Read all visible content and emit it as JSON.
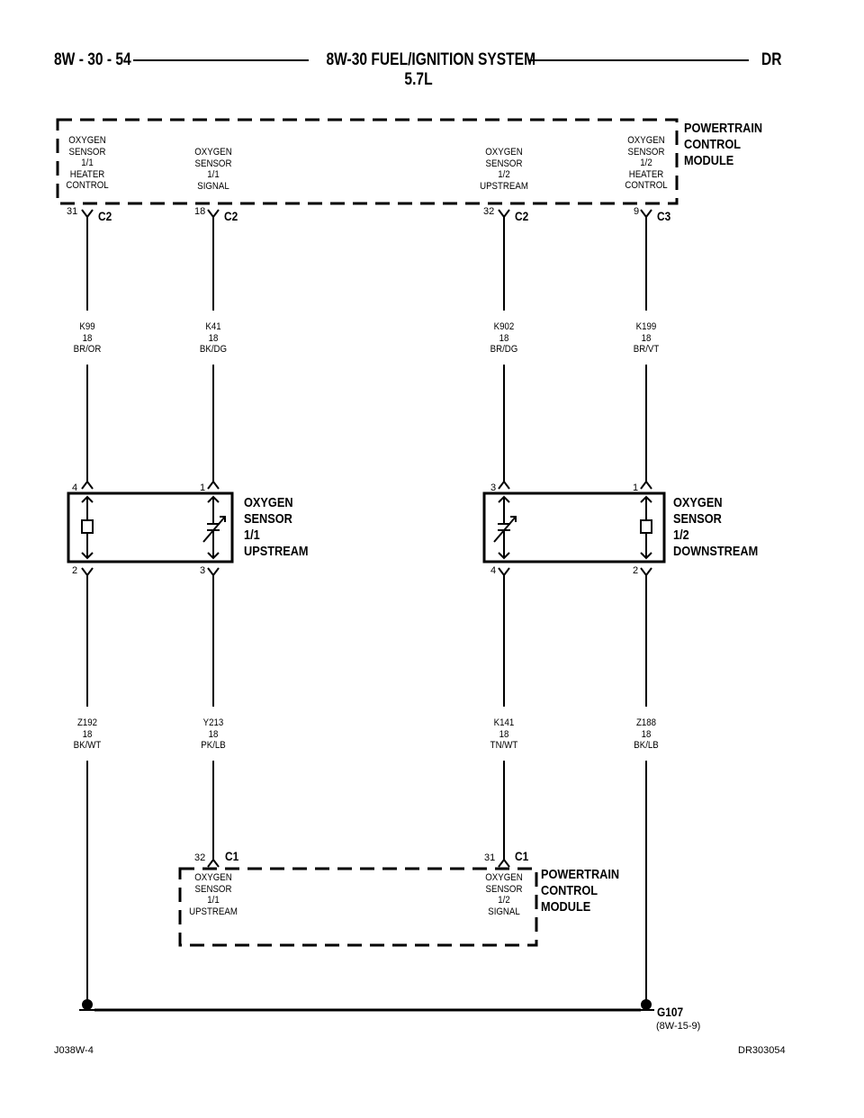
{
  "header": {
    "page_num": "8W - 30 - 54",
    "title": "8W-30 FUEL/IGNITION SYSTEM",
    "subtitle": "5.7L",
    "model": "DR"
  },
  "pcm_top": {
    "name": [
      "POWERTRAIN",
      "CONTROL",
      "MODULE"
    ],
    "terminals": [
      {
        "label": [
          "OXYGEN",
          "SENSOR",
          "1/1",
          "HEATER",
          "CONTROL"
        ],
        "pin": "31",
        "connector": "C2"
      },
      {
        "label": [
          "OXYGEN",
          "SENSOR",
          "1/1",
          "SIGNAL"
        ],
        "pin": "18",
        "connector": "C2"
      },
      {
        "label": [
          "OXYGEN",
          "SENSOR",
          "1/2",
          "UPSTREAM"
        ],
        "pin": "32",
        "connector": "C2"
      },
      {
        "label": [
          "OXYGEN",
          "SENSOR",
          "1/2",
          "HEATER",
          "CONTROL"
        ],
        "pin": "9",
        "connector": "C3"
      }
    ]
  },
  "wires_top": [
    {
      "circuit": "K99",
      "gauge": "18",
      "color": "BR/OR"
    },
    {
      "circuit": "K41",
      "gauge": "18",
      "color": "BK/DG"
    },
    {
      "circuit": "K902",
      "gauge": "18",
      "color": "BR/DG"
    },
    {
      "circuit": "K199",
      "gauge": "18",
      "color": "BR/VT"
    }
  ],
  "sensor_11": {
    "name": [
      "OXYGEN",
      "SENSOR",
      "1/1",
      "UPSTREAM"
    ],
    "pins_top": [
      "4",
      "1"
    ],
    "pins_bottom": [
      "2",
      "3"
    ]
  },
  "sensor_12": {
    "name": [
      "OXYGEN",
      "SENSOR",
      "1/2",
      "DOWNSTREAM"
    ],
    "pins_top": [
      "3",
      "1"
    ],
    "pins_bottom": [
      "4",
      "2"
    ]
  },
  "wires_bottom": [
    {
      "circuit": "Z192",
      "gauge": "18",
      "color": "BK/WT"
    },
    {
      "circuit": "Y213",
      "gauge": "18",
      "color": "PK/LB"
    },
    {
      "circuit": "K141",
      "gauge": "18",
      "color": "TN/WT"
    },
    {
      "circuit": "Z188",
      "gauge": "18",
      "color": "BK/LB"
    }
  ],
  "pcm_bottom": {
    "name": [
      "POWERTRAIN",
      "CONTROL",
      "MODULE"
    ],
    "terminals": [
      {
        "label": [
          "OXYGEN",
          "SENSOR",
          "1/1",
          "UPSTREAM"
        ],
        "pin": "32",
        "connector": "C1"
      },
      {
        "label": [
          "OXYGEN",
          "SENSOR",
          "1/2",
          "SIGNAL"
        ],
        "pin": "31",
        "connector": "C1"
      }
    ]
  },
  "ground": {
    "name": "G107",
    "ref": "(8W-15-9)"
  },
  "footer": {
    "left": "J038W-4",
    "right": "DR303054"
  }
}
